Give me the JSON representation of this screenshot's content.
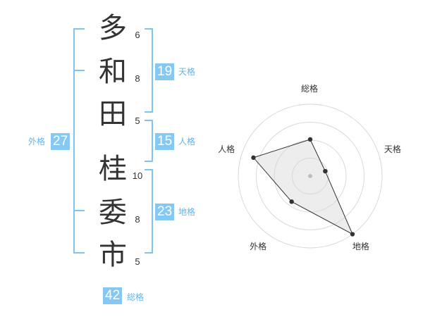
{
  "characters": [
    {
      "char": "多",
      "strokes": "6"
    },
    {
      "char": "和",
      "strokes": "8"
    },
    {
      "char": "田",
      "strokes": "5"
    },
    {
      "char": "桂",
      "strokes": "10"
    },
    {
      "char": "委",
      "strokes": "8"
    },
    {
      "char": "市",
      "strokes": "5"
    }
  ],
  "fortunes": {
    "tenkaku": {
      "value": "19",
      "label": "天格"
    },
    "jinkaku": {
      "value": "15",
      "label": "人格"
    },
    "chikaku": {
      "value": "23",
      "label": "地格"
    },
    "gaikaku": {
      "value": "27",
      "label": "外格"
    },
    "soukaku": {
      "value": "42",
      "label": "総格"
    }
  },
  "colors": {
    "accent": "#86c8f4",
    "bracket": "#80c4f0",
    "text": "#333333"
  },
  "chart_data": {
    "type": "radar",
    "axes": [
      "総格",
      "天格",
      "地格",
      "外格",
      "人格"
    ],
    "values": [
      0.51,
      0.22,
      1.0,
      0.44,
      0.83
    ],
    "rings": 4,
    "grid": true
  }
}
